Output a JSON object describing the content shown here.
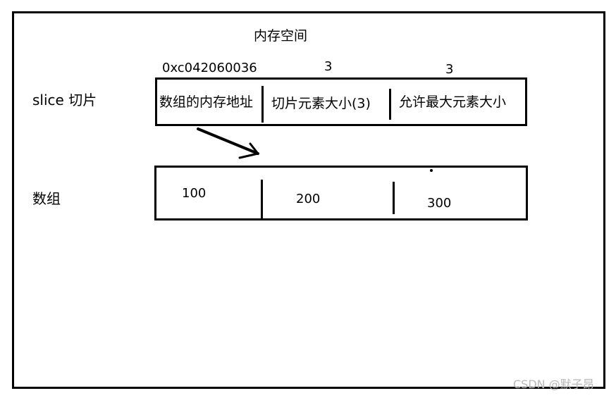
{
  "title": "内存空间",
  "slice_label": "slice 切片",
  "array_label": "数组",
  "slice_header": {
    "address": "0xc042060036",
    "length": "3",
    "capacity": "3"
  },
  "slice_cells": [
    "数组的内存地址",
    "切片元素大小(3)",
    "允许最大元素大小"
  ],
  "array_values": [
    "100",
    "200",
    "300"
  ],
  "watermark": "CSDN @默子昂"
}
